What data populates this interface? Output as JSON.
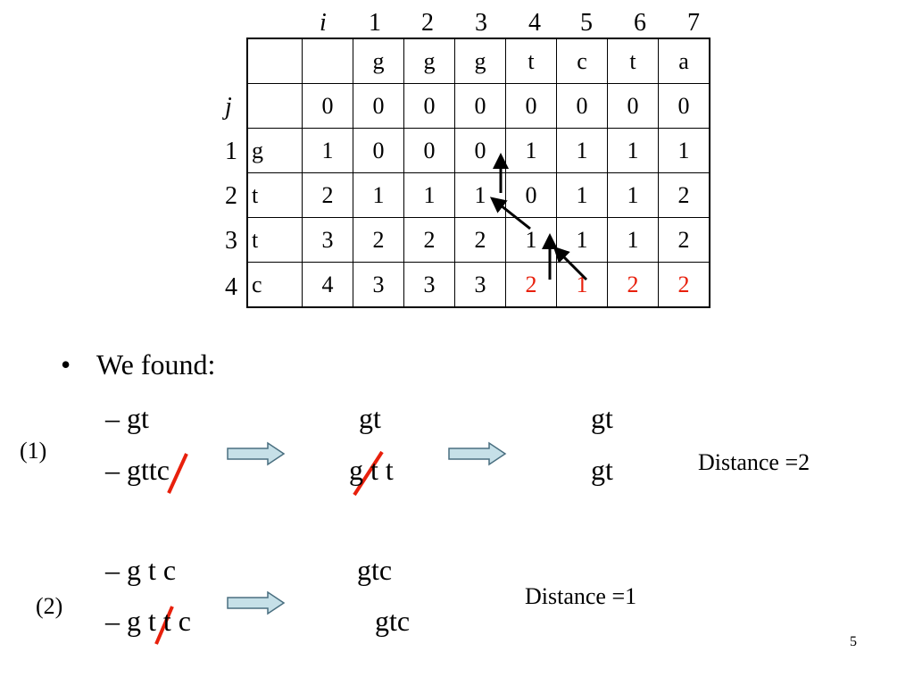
{
  "table": {
    "col_header_label": "i",
    "row_header_label": "j",
    "col_indices": [
      "1",
      "2",
      "3",
      "4",
      "5",
      "6",
      "7"
    ],
    "row_indices": [
      "1",
      "2",
      "3",
      "4"
    ],
    "rows": [
      [
        "",
        "",
        "g",
        "g",
        "g",
        "t",
        "c",
        "t",
        "a"
      ],
      [
        "",
        "0",
        "0",
        "0",
        "0",
        "0",
        "0",
        "0",
        "0"
      ],
      [
        "g",
        "1",
        "0",
        "0",
        "0",
        "1",
        "1",
        "1",
        "1"
      ],
      [
        "t",
        "2",
        "1",
        "1",
        "1",
        "0",
        "1",
        "1",
        "2"
      ],
      [
        "t",
        "3",
        "2",
        "2",
        "2",
        "1",
        "1",
        "1",
        "2"
      ],
      [
        "c",
        "4",
        "3",
        "3",
        "3",
        "2",
        "1",
        "2",
        "2"
      ]
    ],
    "highlight_color": "#e8200c"
  },
  "found": {
    "bullet": "•",
    "title": "We found:",
    "case1": {
      "label": "(1)",
      "line1": [
        "– gt",
        "gt",
        "gt"
      ],
      "line2_prefix": "– gtt",
      "line2_struck": "c",
      "line2_mid_left": "g",
      "line2_mid_struck": "t",
      "line2_mid_right": "t",
      "line2_right": "gt",
      "distance": "Distance =2"
    },
    "case2": {
      "label": "(2)",
      "line1": [
        "– g t c",
        "gtc"
      ],
      "line2_prefix": "– g",
      "line2_struck": "t",
      "line2_rest": "t c",
      "line2_right": "gtc",
      "distance": "Distance =1"
    }
  },
  "page_number": "5",
  "colors": {
    "strike": "#e8200c",
    "block_arrow_fill": "#c6e0e8",
    "block_arrow_stroke": "#4a6f80"
  }
}
